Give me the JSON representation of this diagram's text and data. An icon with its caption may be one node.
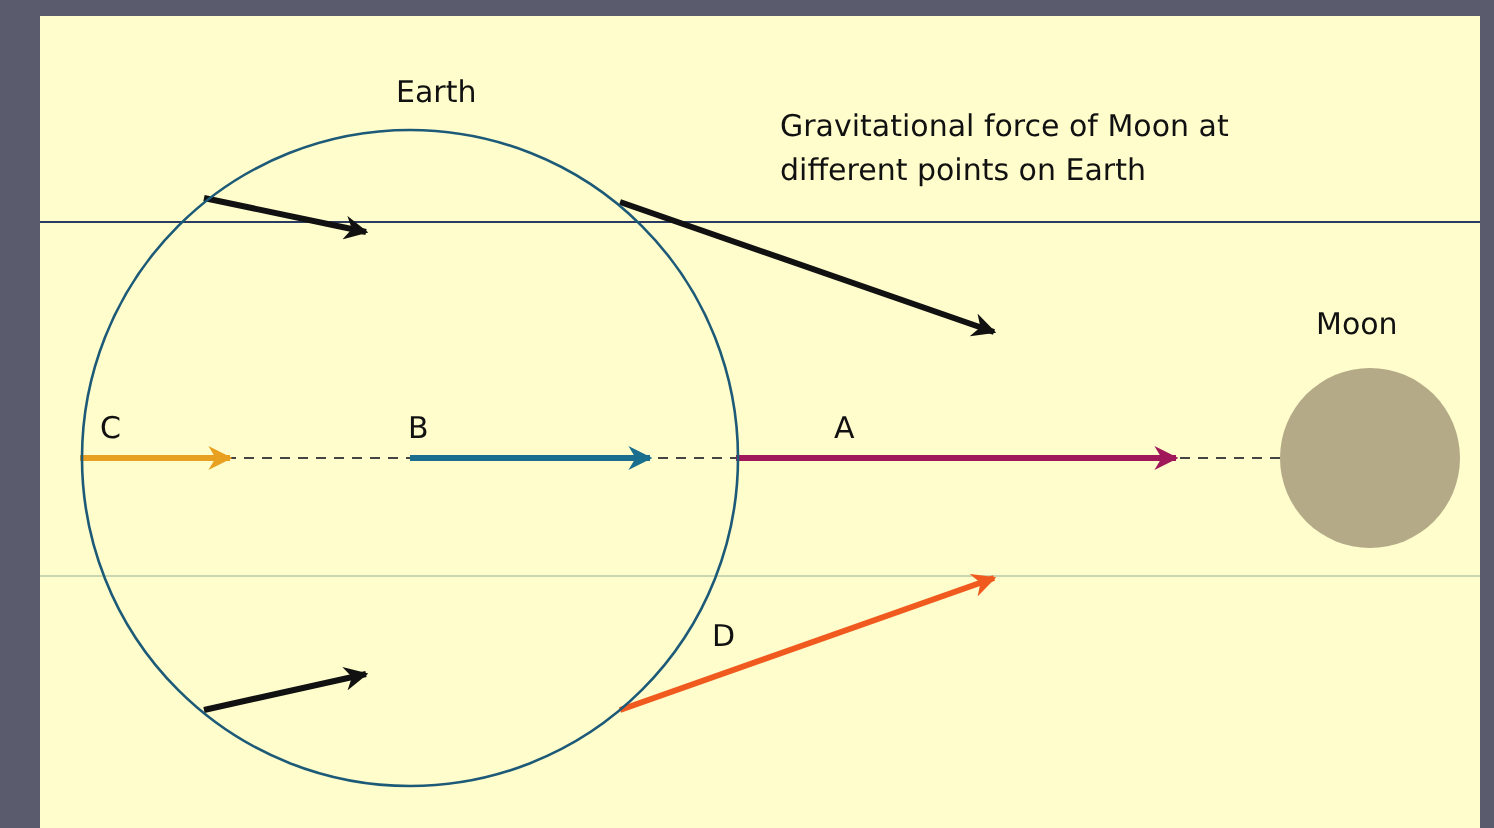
{
  "diagram": {
    "nodes": [
      {
        "text": [
          "Earth"
        ]
      },
      {
        "text": [
          "Moon"
        ]
      }
    ],
    "edges": [
      {
        "from": 0,
        "to": 1,
        "arrow": "none",
        "style": "dashed"
      }
    ],
    "labels": [
      "Gravitational force of Moon at different points on Earth",
      "C",
      "B",
      "A",
      "D"
    ]
  }
}
